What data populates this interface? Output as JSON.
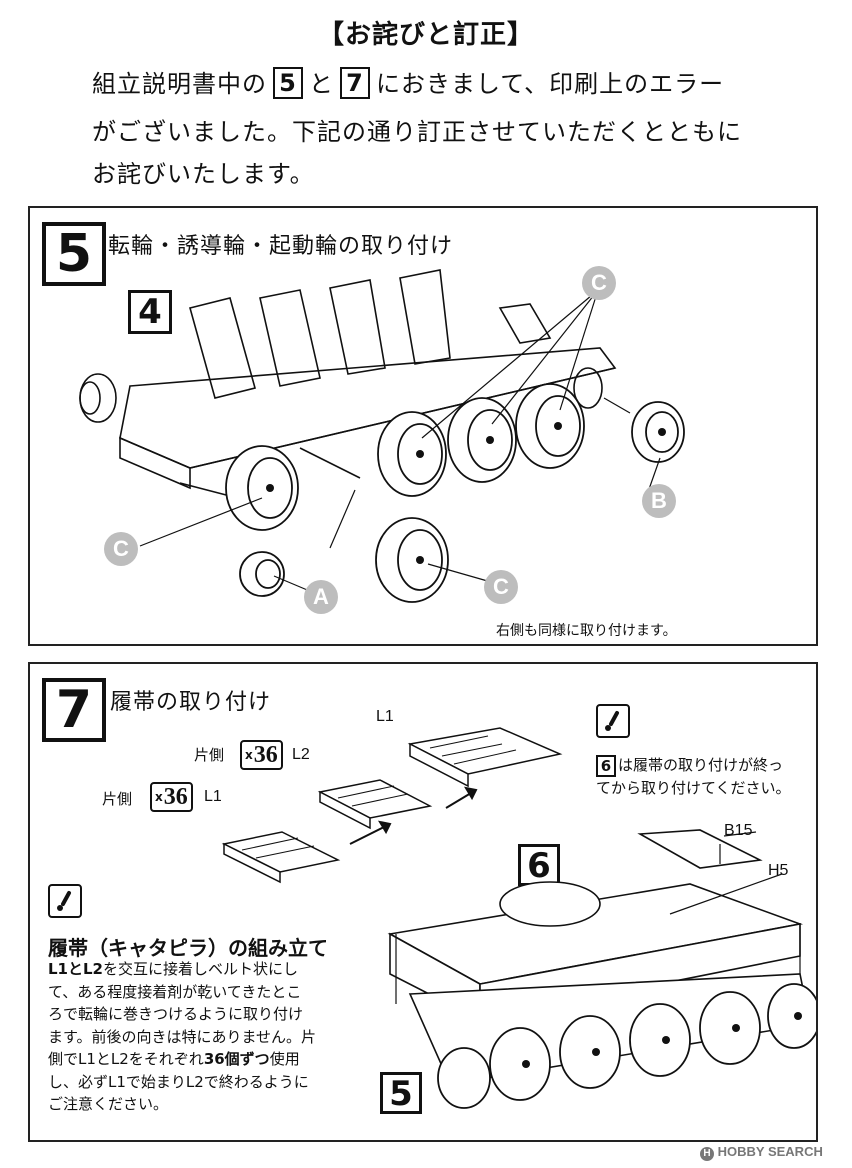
{
  "header": {
    "title": "【お詫びと訂正】",
    "intro_part1": "組立説明書中の",
    "intro_box1": "5",
    "intro_mid": "と",
    "intro_box2": "7",
    "intro_part2": "におきまして、印刷上のエラー",
    "intro_line2": "がございました。下記の通り訂正させていただくとともに",
    "intro_line3": "お詫びいたします。"
  },
  "step5": {
    "number": "5",
    "heading": "転輪・誘導輪・起動輪の取り付け",
    "sub_step": "4",
    "parts": {
      "C": "C",
      "B": "B",
      "A": "A"
    },
    "note": "右側も同様に取り付けます。"
  },
  "step7": {
    "number": "7",
    "heading": "履帯の取り付け",
    "count_prefix": "x",
    "count_value": "36",
    "per_side": "片側",
    "part_l1": "L1",
    "part_l2": "L2",
    "warn1_badge": "6",
    "warn1_text_line1": "は履帯の取り付けが終っ",
    "warn1_text_line2": "てから取り付けてください。",
    "sub_step6": "6",
    "sub_step5": "5",
    "part_b15": "B15",
    "part_h5": "H5",
    "assembly_title": "履帯（キャタピラ）の組み立て",
    "body_l1": "L1とL2",
    "body_line1_rest": "を交互に接着しベルト状にし",
    "body_line2": "て、ある程度接着剤が乾いてきたとこ",
    "body_line3": "ろで転輪に巻きつけるように取り付け",
    "body_line4": "ます。前後の向きは特にありません。片",
    "body_line5a": "側でL1とL2をそれぞれ",
    "body_line5b": "36個ずつ",
    "body_line5c": "使用",
    "body_line6": "し、必ずL1で始まりL2で終わるように",
    "body_line7": "ご注意ください。"
  },
  "watermark": {
    "text": "HOBBY SEARCH",
    "mark": "H"
  },
  "colors": {
    "ink": "#111111",
    "callout": "#bdbdbd",
    "paper": "#ffffff"
  }
}
